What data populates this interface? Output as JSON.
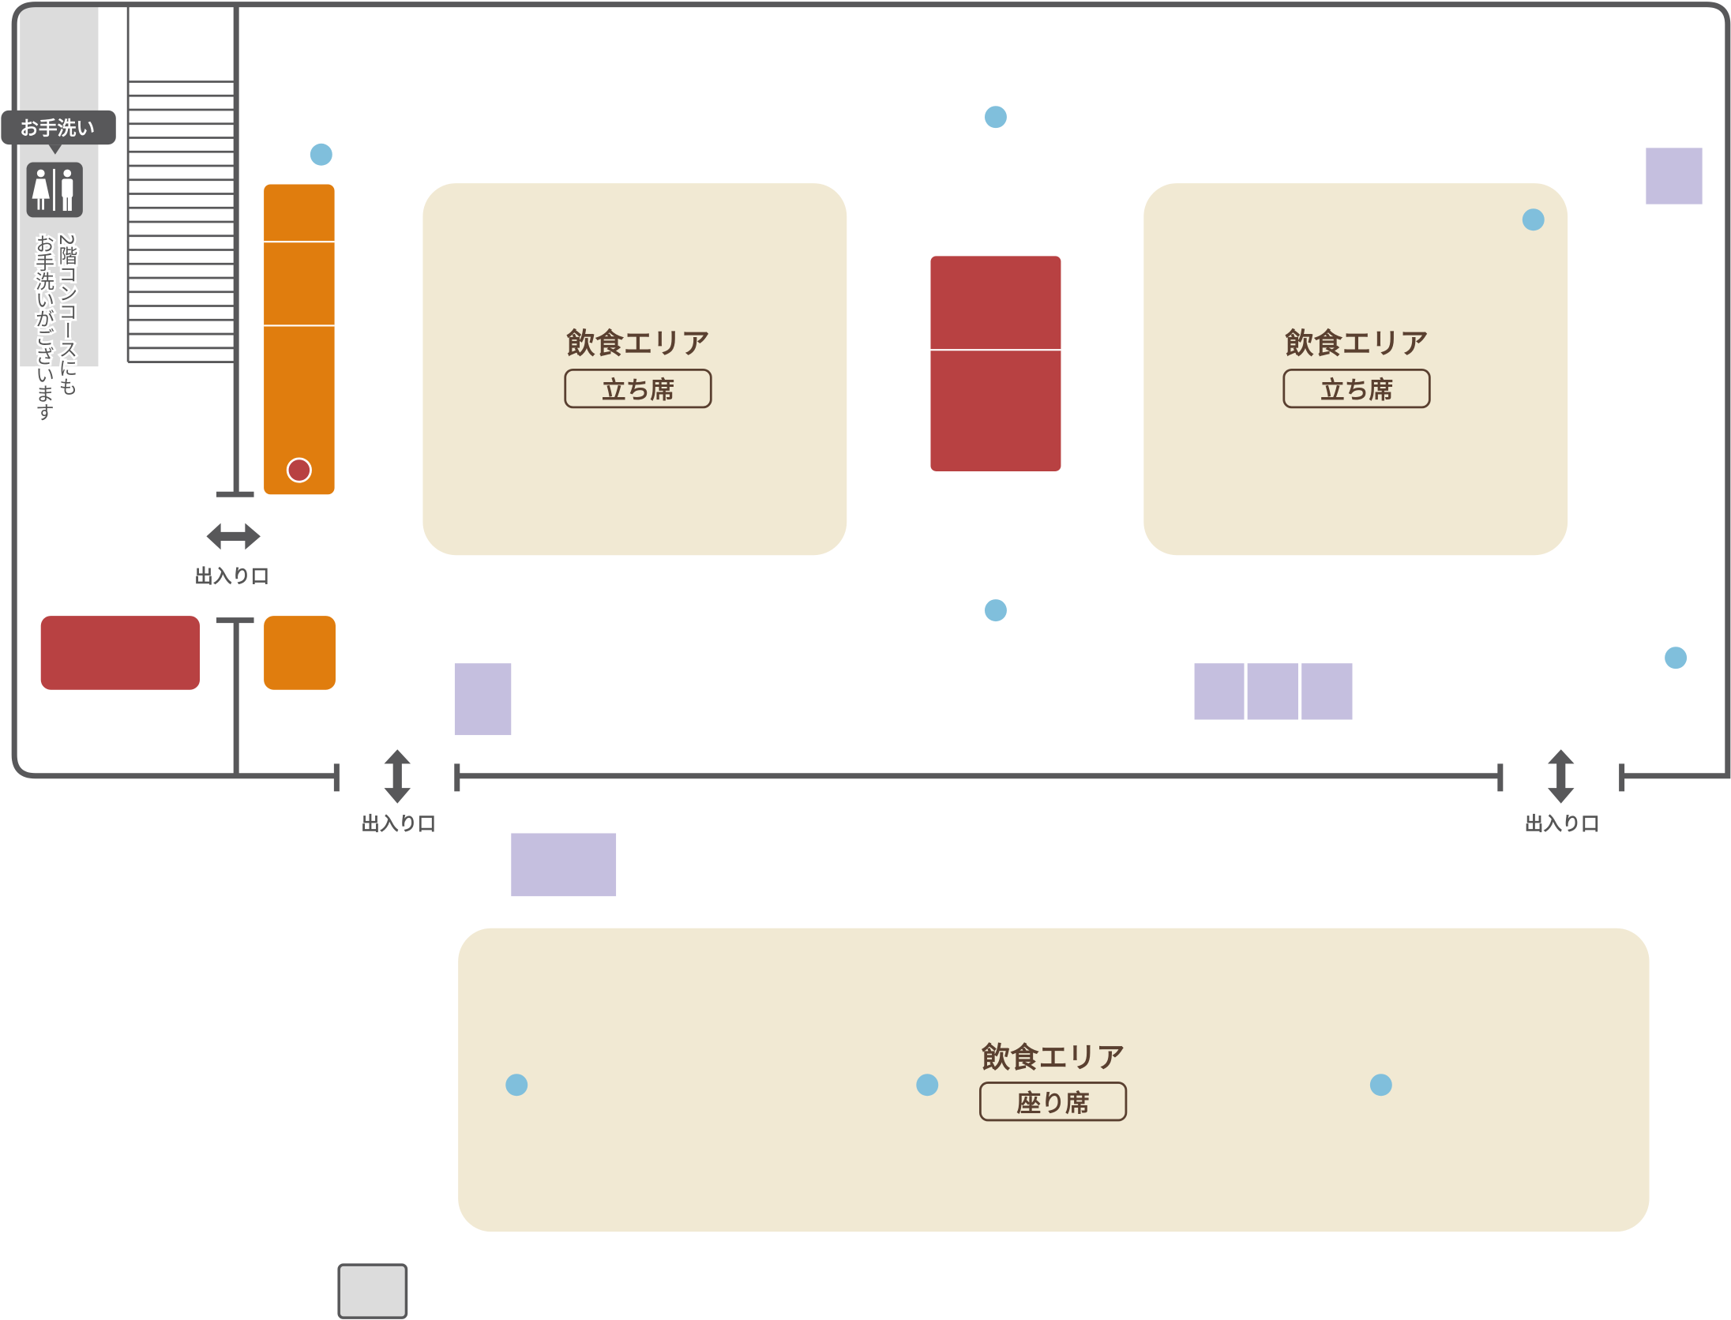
{
  "map": {
    "colors": {
      "wall": "#58585a",
      "seating_area": "#f1e9d3",
      "red_block": "#b84142",
      "orange_block": "#e07d0e",
      "purple_block": "#c5bfdf",
      "blue_dot": "#80bfdc",
      "label_text": "#5a4030"
    },
    "restroom": {
      "badge_label": "お手洗い",
      "note_line1": "2階コンコースにも",
      "note_line2": "お手洗いがございます"
    },
    "entrances": {
      "left_label": "出入り口",
      "bottom_left_label": "出入り口",
      "bottom_right_label": "出入り口"
    },
    "areas": [
      {
        "title": "飲食エリア",
        "type": "立ち席"
      },
      {
        "title": "飲食エリア",
        "type": "立ち席"
      },
      {
        "title": "飲食エリア",
        "type": "座り席"
      }
    ]
  }
}
